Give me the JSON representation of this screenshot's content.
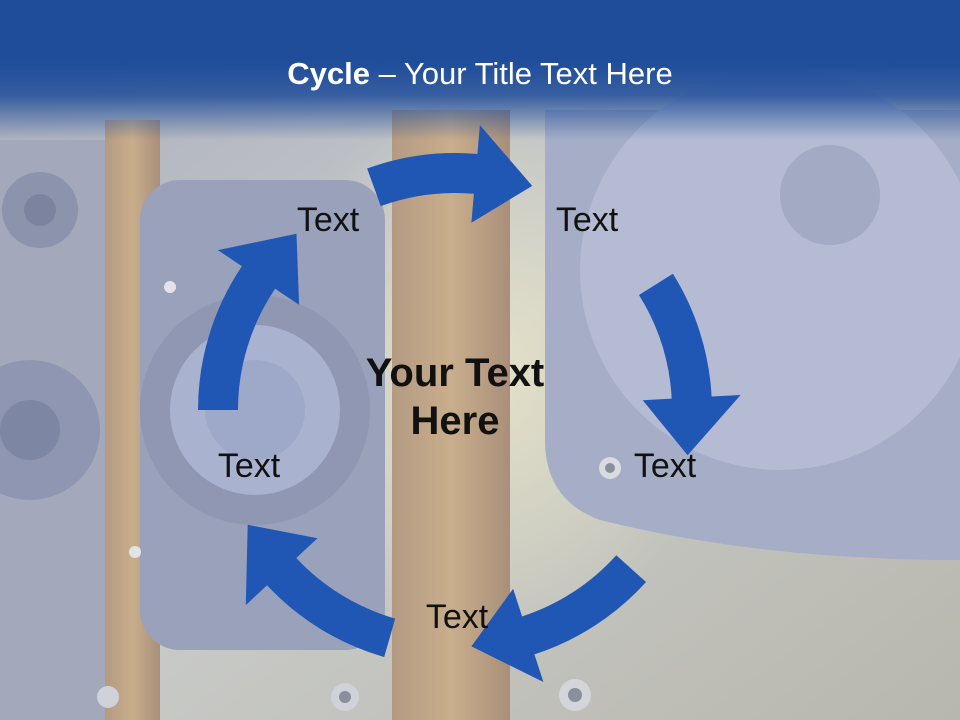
{
  "slide": {
    "title_bold": "Cycle",
    "title_rest": " – Your Title Text Here",
    "center_text": "Your Text Here",
    "items": [
      "Text",
      "Text",
      "Text",
      "Text",
      "Text"
    ]
  },
  "colors": {
    "header": "#1f4d9a",
    "arrow": "#2057b5",
    "text": "#111111"
  }
}
